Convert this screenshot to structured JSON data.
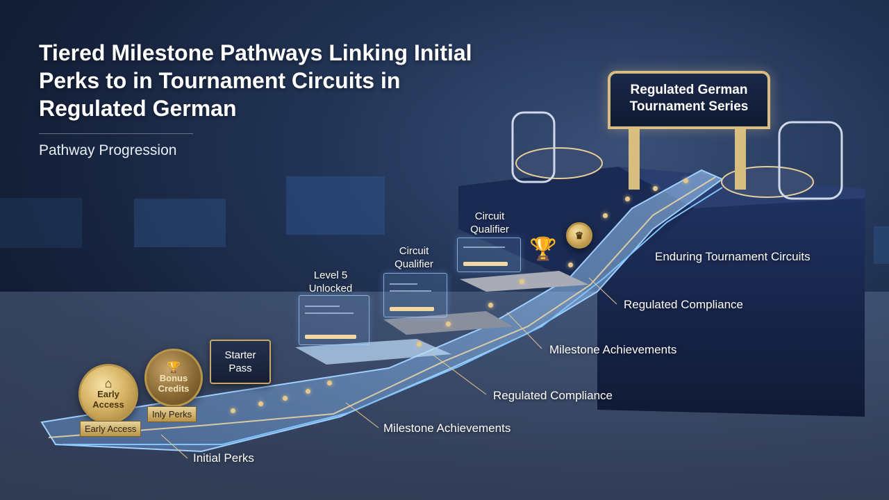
{
  "title": "Tiered Milestone Pathways Linking Initial Perks to in Tournament Circuits in Regulated German",
  "subtitle": "Pathway Progression",
  "sign": {
    "line1": "Regulated German",
    "line2": "Tournament Series"
  },
  "coins": {
    "early_access": {
      "text": "Early Access",
      "plaque": "Early Access"
    },
    "bonus_credits": {
      "text_line1": "Bonus",
      "text_line2": "Credits",
      "plaque": "Inly Perks"
    }
  },
  "starter_pass": {
    "line1": "Starter",
    "line2": "Pass"
  },
  "steps": {
    "level5": {
      "line1": "Level 5",
      "line2": "Unlocked"
    },
    "circuit1": {
      "line1": "Circuit",
      "line2": "Qualifier"
    },
    "circuit2": {
      "line1": "Circuit",
      "line2": "Qualifier"
    }
  },
  "callouts": {
    "initial_perks": "Initial Perks",
    "milestone_achievements_low": "Milestone Achievements",
    "regulated_compliance_low": "Regulated Compliance",
    "milestone_achievements_high": "Milestone Achievements",
    "regulated_compliance_high": "Regulated Compliance",
    "enduring_circuits": "Enduring Tournament Circuits"
  },
  "colors": {
    "accent_gold": "#e6c88c",
    "track_blue": "#6fb4ff",
    "navy": "#1b2848"
  }
}
